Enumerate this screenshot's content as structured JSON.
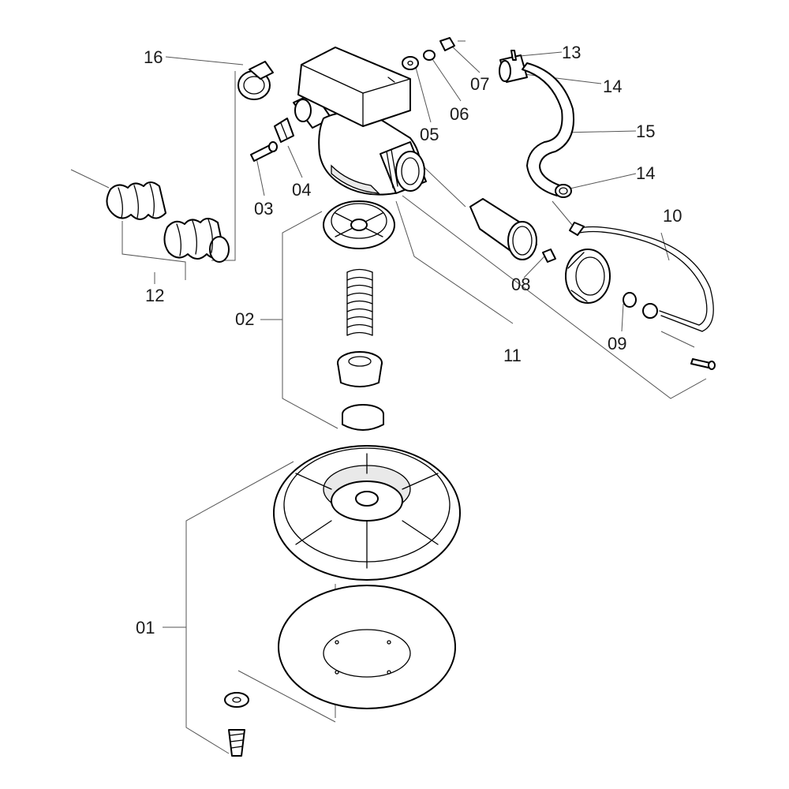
{
  "callouts": {
    "c01": "01",
    "c02": "02",
    "c03": "03",
    "c04": "04",
    "c05": "05",
    "c06": "06",
    "c07": "07",
    "c08": "08",
    "c09": "09",
    "c10": "10",
    "c11": "11",
    "c12": "12",
    "c13": "13",
    "c14a": "14",
    "c14b": "14",
    "c15": "15",
    "c16": "16"
  },
  "colors": {
    "line": "#000000",
    "leader": "#555555",
    "text": "#1a1a1a",
    "background": "#ffffff"
  }
}
